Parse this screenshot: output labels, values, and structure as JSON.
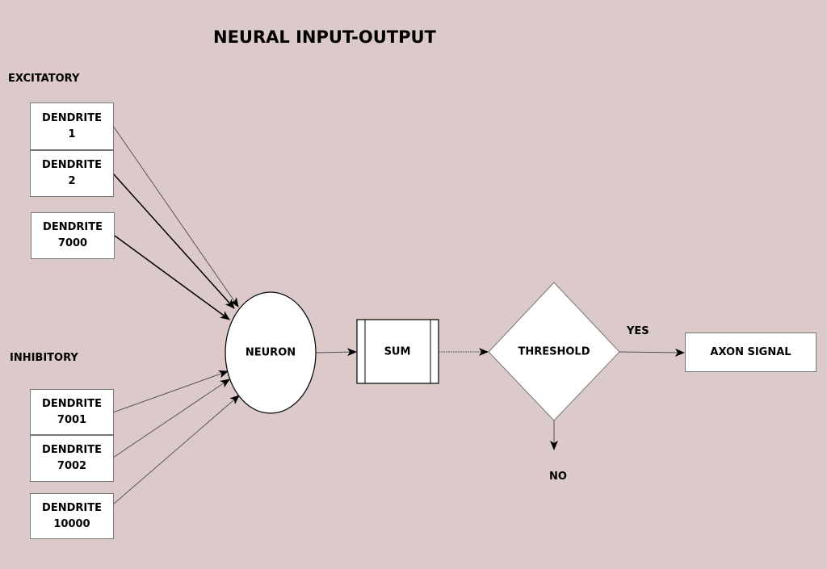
{
  "title": "NEURAL INPUT-OUTPUT",
  "groups": {
    "excitatory": "EXCITATORY",
    "inhibitory": "INHIBITORY"
  },
  "dendrites": [
    {
      "name": "DENDRITE",
      "number": "1"
    },
    {
      "name": "DENDRITE",
      "number": "2"
    },
    {
      "name": "DENDRITE",
      "number": "7000"
    },
    {
      "name": "DENDRITE",
      "number": "7001"
    },
    {
      "name": "DENDRITE",
      "number": "7002"
    },
    {
      "name": "DENDRITE",
      "number": "10000"
    }
  ],
  "nodes": {
    "neuron": "NEURON",
    "sum": "SUM",
    "threshold": "THRESHOLD",
    "axon": "AXON SIGNAL"
  },
  "edges": {
    "yes": "YES",
    "no": "NO"
  }
}
